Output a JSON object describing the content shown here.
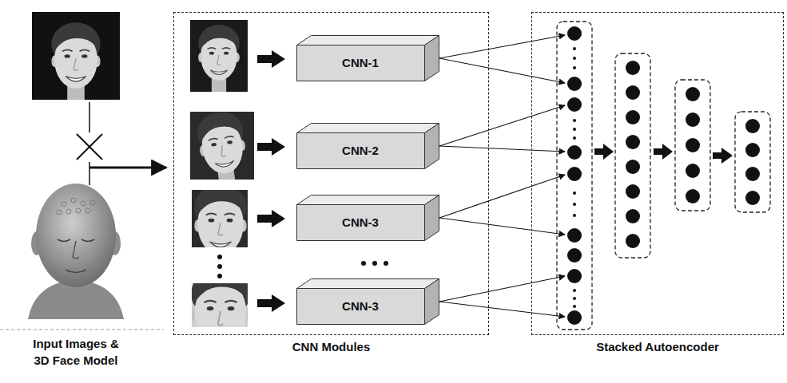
{
  "diagram": {
    "nodes": [
      {
        "text": [
          "CNN Modules"
        ]
      },
      {
        "text": [
          "CNN-1"
        ],
        "in": 0
      },
      {
        "text": [
          "CNN-2"
        ],
        "in": 0
      },
      {
        "text": [
          "CNN-3"
        ],
        "in": 0
      },
      {
        "text": [
          "CNN-3"
        ],
        "in": 0
      },
      {
        "text": [
          "Stacked Autoencoder"
        ]
      }
    ],
    "labels": [
      "Input Images & 3D Face Model"
    ]
  }
}
